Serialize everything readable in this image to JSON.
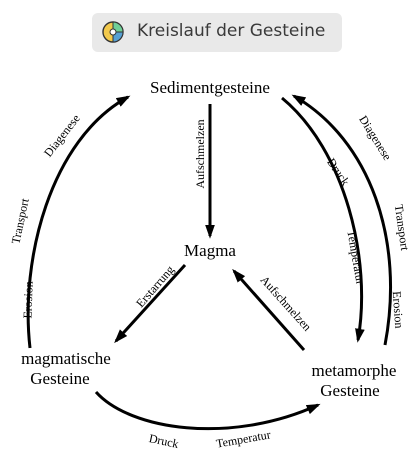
{
  "header": {
    "title": "Kreislauf der Gesteine"
  },
  "icon": "rock-cycle-icon",
  "nodes": {
    "sedimentary": "Sedimentgesteine",
    "magma": "Magma",
    "igneous_line1": "magmatische",
    "igneous_line2": "Gesteine",
    "metamorphic_line1": "metamorphe",
    "metamorphic_line2": "Gesteine"
  },
  "edges": {
    "sed_to_magma": "Aufschmelzen",
    "meta_to_magma": "Aufschmelzen",
    "magma_to_igneous": "Erstarrung",
    "left_arc": [
      "Diagenese",
      "Transport",
      "Erosion"
    ],
    "right_inner": [
      "Druck",
      "Temperatur"
    ],
    "right_outer": [
      "Diagenese",
      "Transport",
      "Erosion"
    ],
    "bottom_arc": [
      "Druck",
      "Temperatur"
    ]
  }
}
